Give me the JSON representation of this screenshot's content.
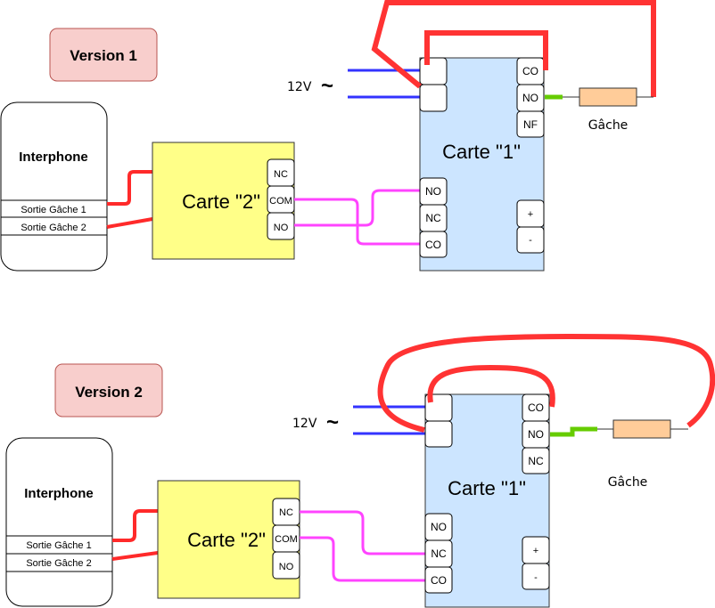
{
  "versions": [
    {
      "title": "Version 1",
      "interphone": {
        "title": "Interphone",
        "outputs": [
          "Sortie Gâche 1",
          "Sortie Gâche 2"
        ]
      },
      "card2": {
        "label": "Carte \"2\"",
        "terminals": [
          "NC",
          "COM",
          "NO"
        ]
      },
      "card1": {
        "label": "Carte \"1\"",
        "power_terminals": [
          "",
          ""
        ],
        "relay_terminals": [
          "CO",
          "NO",
          "NF"
        ],
        "input_terminals": [
          "NO",
          "NC",
          "CO"
        ],
        "supply_terminals": [
          "+",
          "-"
        ]
      },
      "supply_label": "12V",
      "supply_symbol": "~",
      "strike_label": "Gâche"
    },
    {
      "title": "Version 2",
      "interphone": {
        "title": "Interphone",
        "outputs": [
          "Sortie Gâche 1",
          "Sortie Gâche 2"
        ]
      },
      "card2": {
        "label": "Carte \"2\"",
        "terminals": [
          "NC",
          "COM",
          "NO"
        ]
      },
      "card1": {
        "label": "Carte \"1\"",
        "power_terminals": [
          "",
          ""
        ],
        "relay_terminals": [
          "CO",
          "NO",
          "NC"
        ],
        "input_terminals": [
          "NO",
          "NC",
          "CO"
        ],
        "supply_terminals": [
          "+",
          "-"
        ]
      },
      "supply_label": "12V",
      "supply_symbol": "~",
      "strike_label": "Gâche"
    }
  ],
  "colors": {
    "version_badge_fill": "#f8cecc",
    "version_badge_stroke": "#b85450",
    "card2_fill": "#ffff88",
    "card1_fill": "#cce5ff",
    "strike_fill": "#ffcc99",
    "wire_red": "#ff3333",
    "wire_blue": "#3333ff",
    "wire_magenta": "#ff44ff",
    "wire_green": "#66cc00"
  }
}
